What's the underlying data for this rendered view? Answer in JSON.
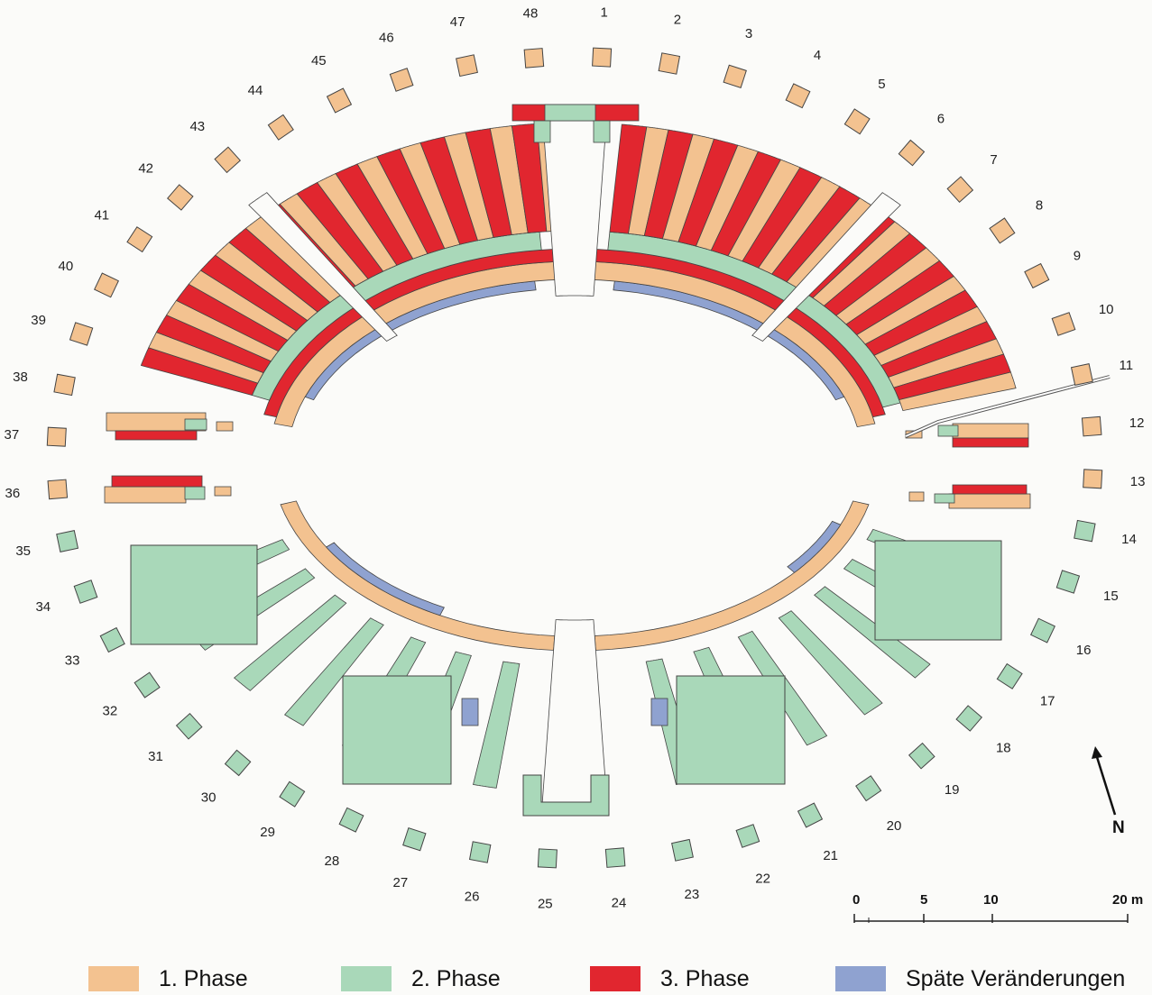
{
  "colors": {
    "phase1": "#f3c290",
    "phase2": "#a9d8b9",
    "phase3": "#e1262f",
    "late": "#8fa2d0",
    "outline": "#444444"
  },
  "pillar_numbers": [
    "1",
    "2",
    "3",
    "4",
    "5",
    "6",
    "7",
    "8",
    "9",
    "10",
    "11",
    "12",
    "13",
    "14",
    "15",
    "16",
    "17",
    "18",
    "19",
    "20",
    "21",
    "22",
    "23",
    "24",
    "25",
    "26",
    "27",
    "28",
    "29",
    "30",
    "31",
    "32",
    "33",
    "34",
    "35",
    "36",
    "37",
    "38",
    "39",
    "40",
    "41",
    "42",
    "43",
    "44",
    "45",
    "46",
    "47",
    "48"
  ],
  "north": {
    "label": "N",
    "icon": "north-arrow-icon"
  },
  "scale_bar": {
    "labels": [
      "0",
      "5",
      "10",
      "20 m"
    ]
  },
  "legend": [
    {
      "label": "1. Phase",
      "color": "#f3c290"
    },
    {
      "label": "2. Phase",
      "color": "#a9d8b9"
    },
    {
      "label": "3. Phase",
      "color": "#e1262f"
    },
    {
      "label": "Späte Veränderungen",
      "color": "#8fa2d0"
    }
  ]
}
